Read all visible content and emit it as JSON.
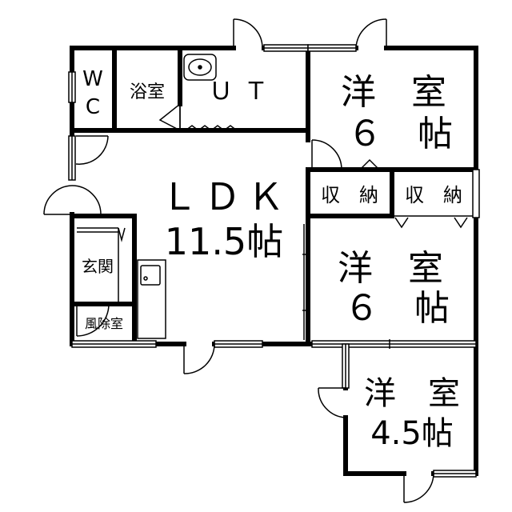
{
  "rooms": {
    "wc": {
      "line1": "W",
      "line2": "C"
    },
    "bath": {
      "label": "浴室"
    },
    "ut": {
      "label": "ＵＴ"
    },
    "western1": {
      "line1": "洋　室",
      "line2": "６　帖"
    },
    "storage1": {
      "label": "収　納"
    },
    "storage2": {
      "label": "収　納"
    },
    "ldk": {
      "line1": "ＬＤＫ",
      "line2": "11.5帖"
    },
    "western2": {
      "line1": "洋　室",
      "line2": "６　帖"
    },
    "entrance": {
      "label": "玄関"
    },
    "windbreak": {
      "label": "風除室"
    },
    "western3": {
      "line1": "洋　室",
      "line2": "4.5帖"
    }
  },
  "colors": {
    "wall": "#000000",
    "background": "#ffffff"
  }
}
